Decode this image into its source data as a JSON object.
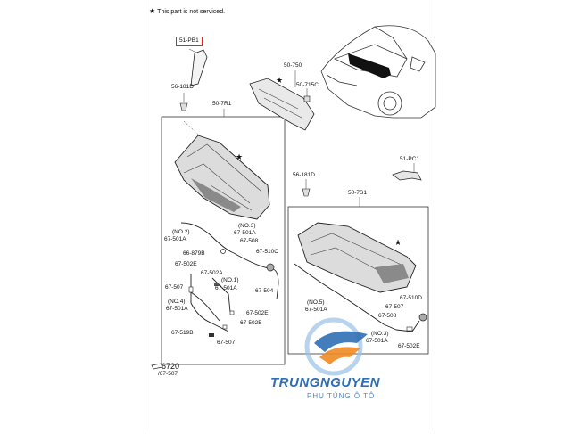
{
  "note": {
    "star": "★",
    "text": "This part is not serviced."
  },
  "labels": {
    "pb1": "51-PB1",
    "l56181d_a": "56-181D",
    "l507r1": "50-7R1",
    "l50750": "50-750",
    "l50715c": "50-715C",
    "pc1": "51-PC1",
    "l56181d_b": "56-181D",
    "l507s1": "50-7S1",
    "no2": "(NO.2)",
    "no3_a": "(NO.3)",
    "a501a_1": "67-501A",
    "a501a_2": "67-501A",
    "a508_1": "67-508",
    "a879b": "66-879B",
    "a510c": "67-510C",
    "a502e_1": "67-502E",
    "a502a": "67-502A",
    "no1": "(NO.1)",
    "a507_1": "67-507",
    "a501a_3": "67-501A",
    "a504": "67-504",
    "no4": "(NO.4)",
    "a501a_4": "67-501A",
    "a502e_2": "67-502E",
    "a502b": "67-502B",
    "a519b": "67-519B",
    "a507_2": "67-507",
    "no5": "(NO.5)",
    "b501a_1": "67-501A",
    "b510d": "67-510D",
    "b507": "67-507",
    "b508": "67-508",
    "no3_b": "(NO.3)",
    "b501a_2": "67-501A",
    "b502e": "67-502E",
    "b6720": "6720",
    "b6720_sub": "/67-507"
  },
  "watermark": {
    "brand": "TRUNGNGUYEN",
    "sub": "PHỤ TÙNG Ô TÔ"
  },
  "colors": {
    "highlight_box": "#d22222",
    "watermark_blue": "#2f6fb4",
    "watermark_orange": "#f08a24",
    "line": "#222222"
  }
}
